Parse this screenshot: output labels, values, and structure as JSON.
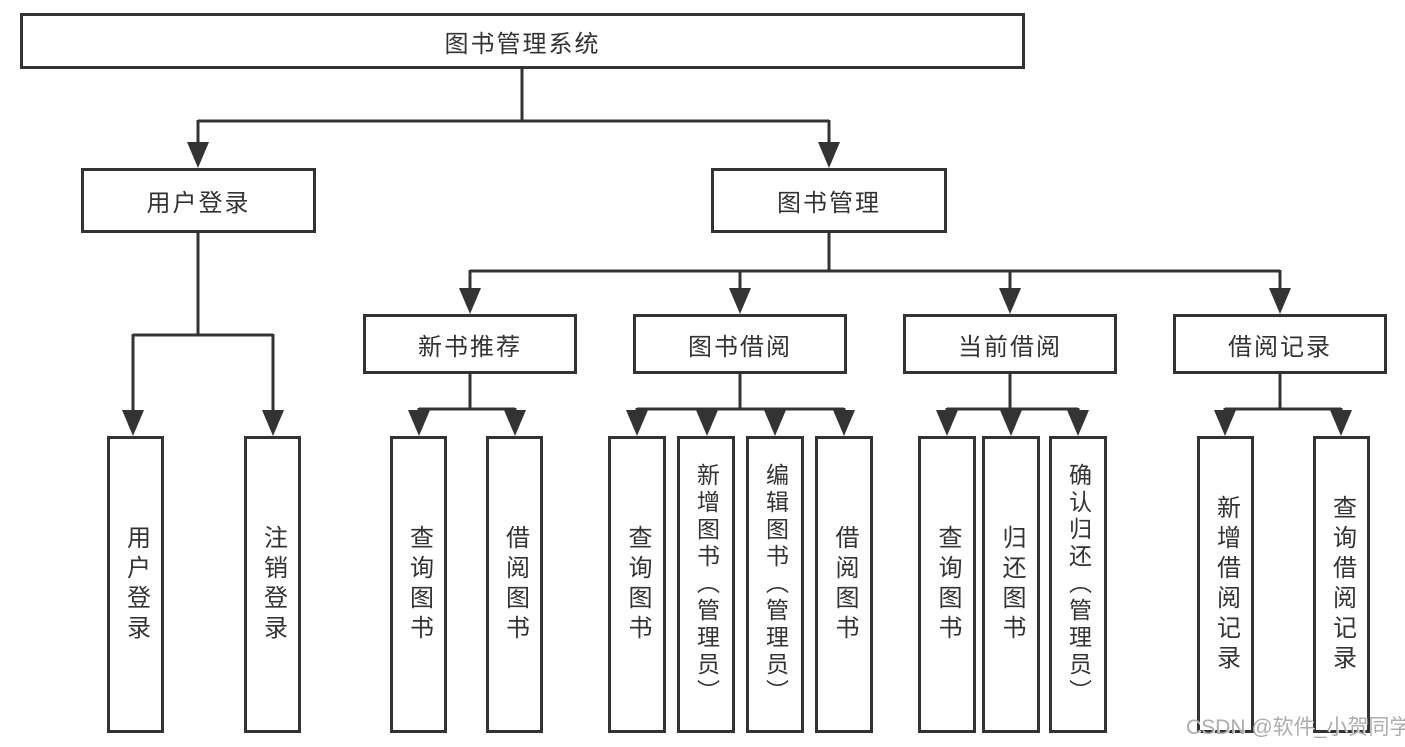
{
  "watermark": "CSDN @软件_小贺同学",
  "colors": {
    "line": "#333333",
    "text": "#333333",
    "box_fill": "#ffffff",
    "watermark": "#a8a8ad"
  },
  "diagram": {
    "type": "hierarchy-tree",
    "root": "图书管理系统",
    "level2": {
      "user": "用户登录",
      "mgmt": "图书管理"
    },
    "userChildren": [
      "用户登录",
      "注销登录"
    ],
    "groups": [
      {
        "label": "新书推荐",
        "children": [
          "查询图书",
          "借阅图书"
        ]
      },
      {
        "label": "图书借阅",
        "children": [
          "查询图书",
          "新增图书（管理员）",
          "编辑图书（管理员）",
          "借阅图书"
        ]
      },
      {
        "label": "当前借阅",
        "children": [
          "查询图书",
          "归还图书",
          "确认归还（管理员）"
        ]
      },
      {
        "label": "借阅记录",
        "children": [
          "新增借阅记录",
          "查询借阅记录"
        ]
      }
    ]
  }
}
